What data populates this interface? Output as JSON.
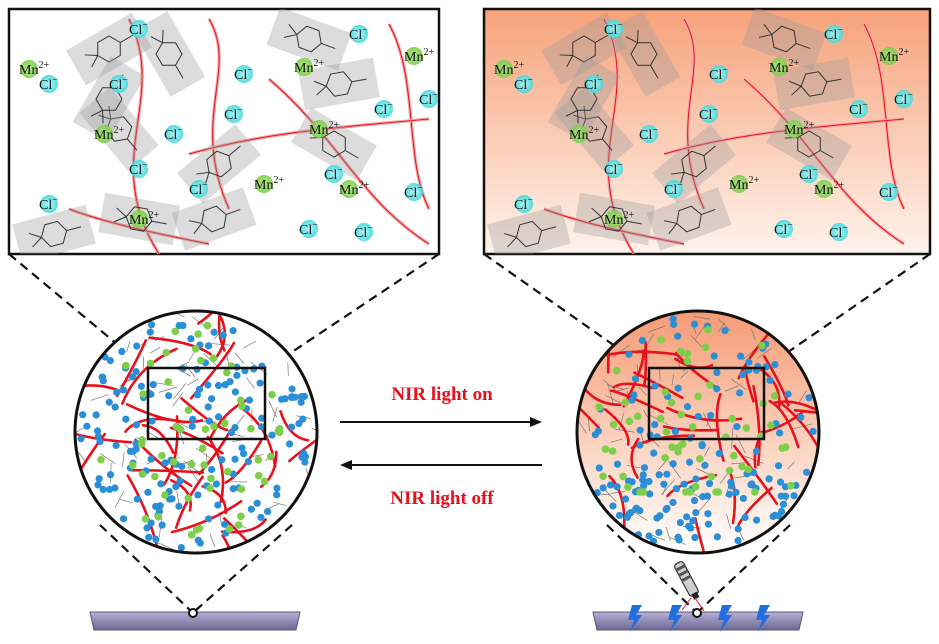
{
  "arrows": {
    "forward_label": "NIR light on",
    "reverse_label": "NIR light off"
  },
  "ions": {
    "metal": "Mn",
    "metal_charge": "2+",
    "anion": "Cl",
    "anion_charge": "−"
  },
  "colors": {
    "fiber": "#e8101a",
    "metal_dot": "#7dcf4a",
    "anion_dot": "#2a8fd6",
    "ion_glow_metal": "#8fd36a",
    "ion_glow_anion": "#5fe3e6",
    "heated_tint": "#f6a27a",
    "substrate": "#8c86b0"
  },
  "icons": {
    "laser": "laser-pointer-icon",
    "heat": "lightning-bolt-icon"
  }
}
